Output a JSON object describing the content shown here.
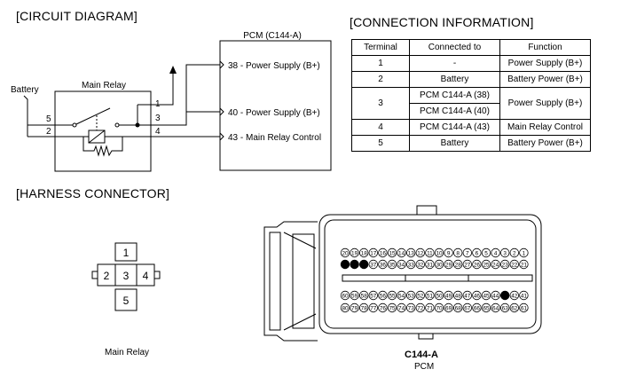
{
  "circuit": {
    "title": "[CIRCUIT DIAGRAM]",
    "pcm_label": "PCM (C144-A)",
    "relay_label": "Main Relay",
    "battery_label": "Battery",
    "relay_pins": [
      "1",
      "3",
      "4",
      "5",
      "2"
    ],
    "pcm_terminals": [
      "38 - Power Supply (B+)",
      "40 - Power Supply (B+)",
      "43 - Main Relay Control"
    ]
  },
  "connection": {
    "title": "[CONNECTION INFORMATION]",
    "headers": [
      "Terminal",
      "Connected to",
      "Function"
    ],
    "rows": [
      {
        "terminal": "1",
        "connected": [
          "-"
        ],
        "function": "Power Supply (B+)"
      },
      {
        "terminal": "2",
        "connected": [
          "Battery"
        ],
        "function": "Battery Power (B+)"
      },
      {
        "terminal": "3",
        "connected": [
          "PCM C144-A (38)",
          "PCM C144-A (40)"
        ],
        "function": "Power Supply (B+)"
      },
      {
        "terminal": "4",
        "connected": [
          "PCM C144-A (43)"
        ],
        "function": "Main Relay Control"
      },
      {
        "terminal": "5",
        "connected": [
          "Battery"
        ],
        "function": "Battery Power (B+)"
      }
    ]
  },
  "harness": {
    "title": "[HARNESS CONNECTOR]",
    "relay_pins": [
      "1",
      "2",
      "3",
      "4",
      "5"
    ],
    "relay_caption": "Main Relay",
    "pcm_connector_name": "C144-A",
    "pcm_caption": "PCM",
    "pcm_rows": [
      {
        "pins": [
          "20",
          "19",
          "18",
          "17",
          "16",
          "15",
          "14",
          "13",
          "12",
          "11",
          "10",
          "9",
          "8",
          "7",
          "6",
          "5",
          "4",
          "3",
          "2",
          "1"
        ],
        "filled": []
      },
      {
        "pins": [
          "40",
          "39",
          "38",
          "37",
          "36",
          "35",
          "34",
          "33",
          "32",
          "31",
          "30",
          "29",
          "28",
          "27",
          "26",
          "25",
          "24",
          "23",
          "22",
          "21"
        ],
        "filled": [
          "40",
          "39",
          "38"
        ]
      },
      {
        "pins": [
          "60",
          "59",
          "58",
          "57",
          "56",
          "55",
          "54",
          "53",
          "52",
          "51",
          "50",
          "49",
          "48",
          "47",
          "46",
          "45",
          "44",
          "43",
          "42",
          "41"
        ],
        "filled": [
          "43"
        ]
      },
      {
        "pins": [
          "80",
          "79",
          "78",
          "77",
          "76",
          "75",
          "74",
          "73",
          "72",
          "71",
          "70",
          "69",
          "68",
          "67",
          "66",
          "65",
          "64",
          "63",
          "62",
          "61"
        ],
        "filled": []
      }
    ]
  }
}
